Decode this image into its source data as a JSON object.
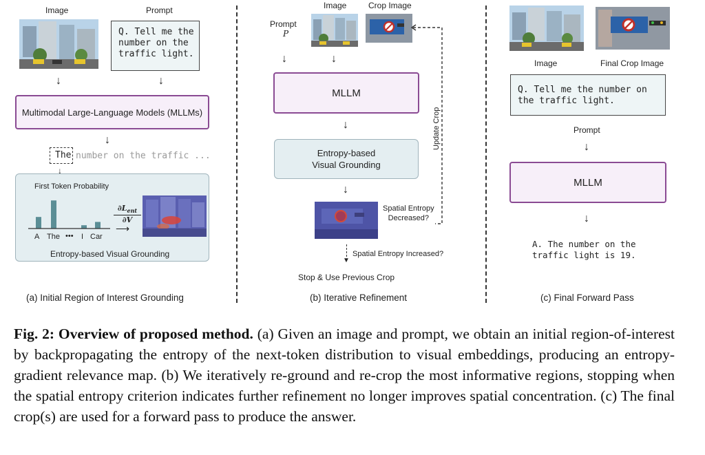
{
  "panel_a": {
    "image_label": "Image",
    "prompt_label": "Prompt",
    "prompt_text": "Q. Tell me the\nnumber on the\ntraffic light.",
    "mllm_box": "Multimodal Large-Language Models (MLLMs)",
    "token_the": "The",
    "token_rest": "number on the traffic ...",
    "first_token_prob": "First Token Probability",
    "bar_labels": [
      "A",
      "The",
      "•••",
      "I",
      "Car"
    ],
    "bar_values": [
      0.35,
      0.85,
      0.0,
      0.1,
      0.2
    ],
    "gradient_label_num": "∂L",
    "gradient_label_sub": "ent",
    "gradient_label_den": "∂V",
    "grounding_label": "Entropy-based Visual Grounding",
    "sub_caption": "(a) Initial Region of Interest Grounding"
  },
  "panel_b": {
    "prompt_label": "Prompt",
    "prompt_symbol": "P",
    "image_label": "Image",
    "crop_label": "Crop Image",
    "mllm_box": "MLLM",
    "grounding_box_line1": "Entropy-based",
    "grounding_box_line2": "Visual Grounding",
    "update_crop": "Update Crop",
    "spatial_decreased_line1": "Spatial Entropy",
    "spatial_decreased_line2": "Decreased?",
    "spatial_increased": "Spatial Entropy Increased?",
    "stop_text": "Stop & Use Previous Crop",
    "sub_caption": "(b) Iterative Refinement"
  },
  "panel_c": {
    "image_label": "Image",
    "final_crop_label": "Final Crop Image",
    "prompt_text": "Q. Tell me the number on\nthe traffic light.",
    "prompt_label": "Prompt",
    "mllm_box": "MLLM",
    "answer_text": "A. The number on the\ntraffic light is 19.",
    "sub_caption": "(c) Final Forward Pass"
  },
  "caption": {
    "fig_label": "Fig. 2: Overview of proposed method.",
    "text": " (a) Given an image and prompt, we obtain an initial region-of-interest by backpropagating the entropy of the next-token distribution to visual embeddings, producing an entropy-gradient relevance map. (b) We iteratively re-ground and re-crop the most informative regions, stopping when the spatial entropy criterion indicates further refinement no longer improves spatial concentration. (c) The final crop(s) are used for a forward pass to produce the answer."
  },
  "colors": {
    "mllm_border": "#8a4a93",
    "mllm_fill": "#f7eff9",
    "grounding_fill": "#e4eef1",
    "bar_fill": "#5b8e96"
  }
}
